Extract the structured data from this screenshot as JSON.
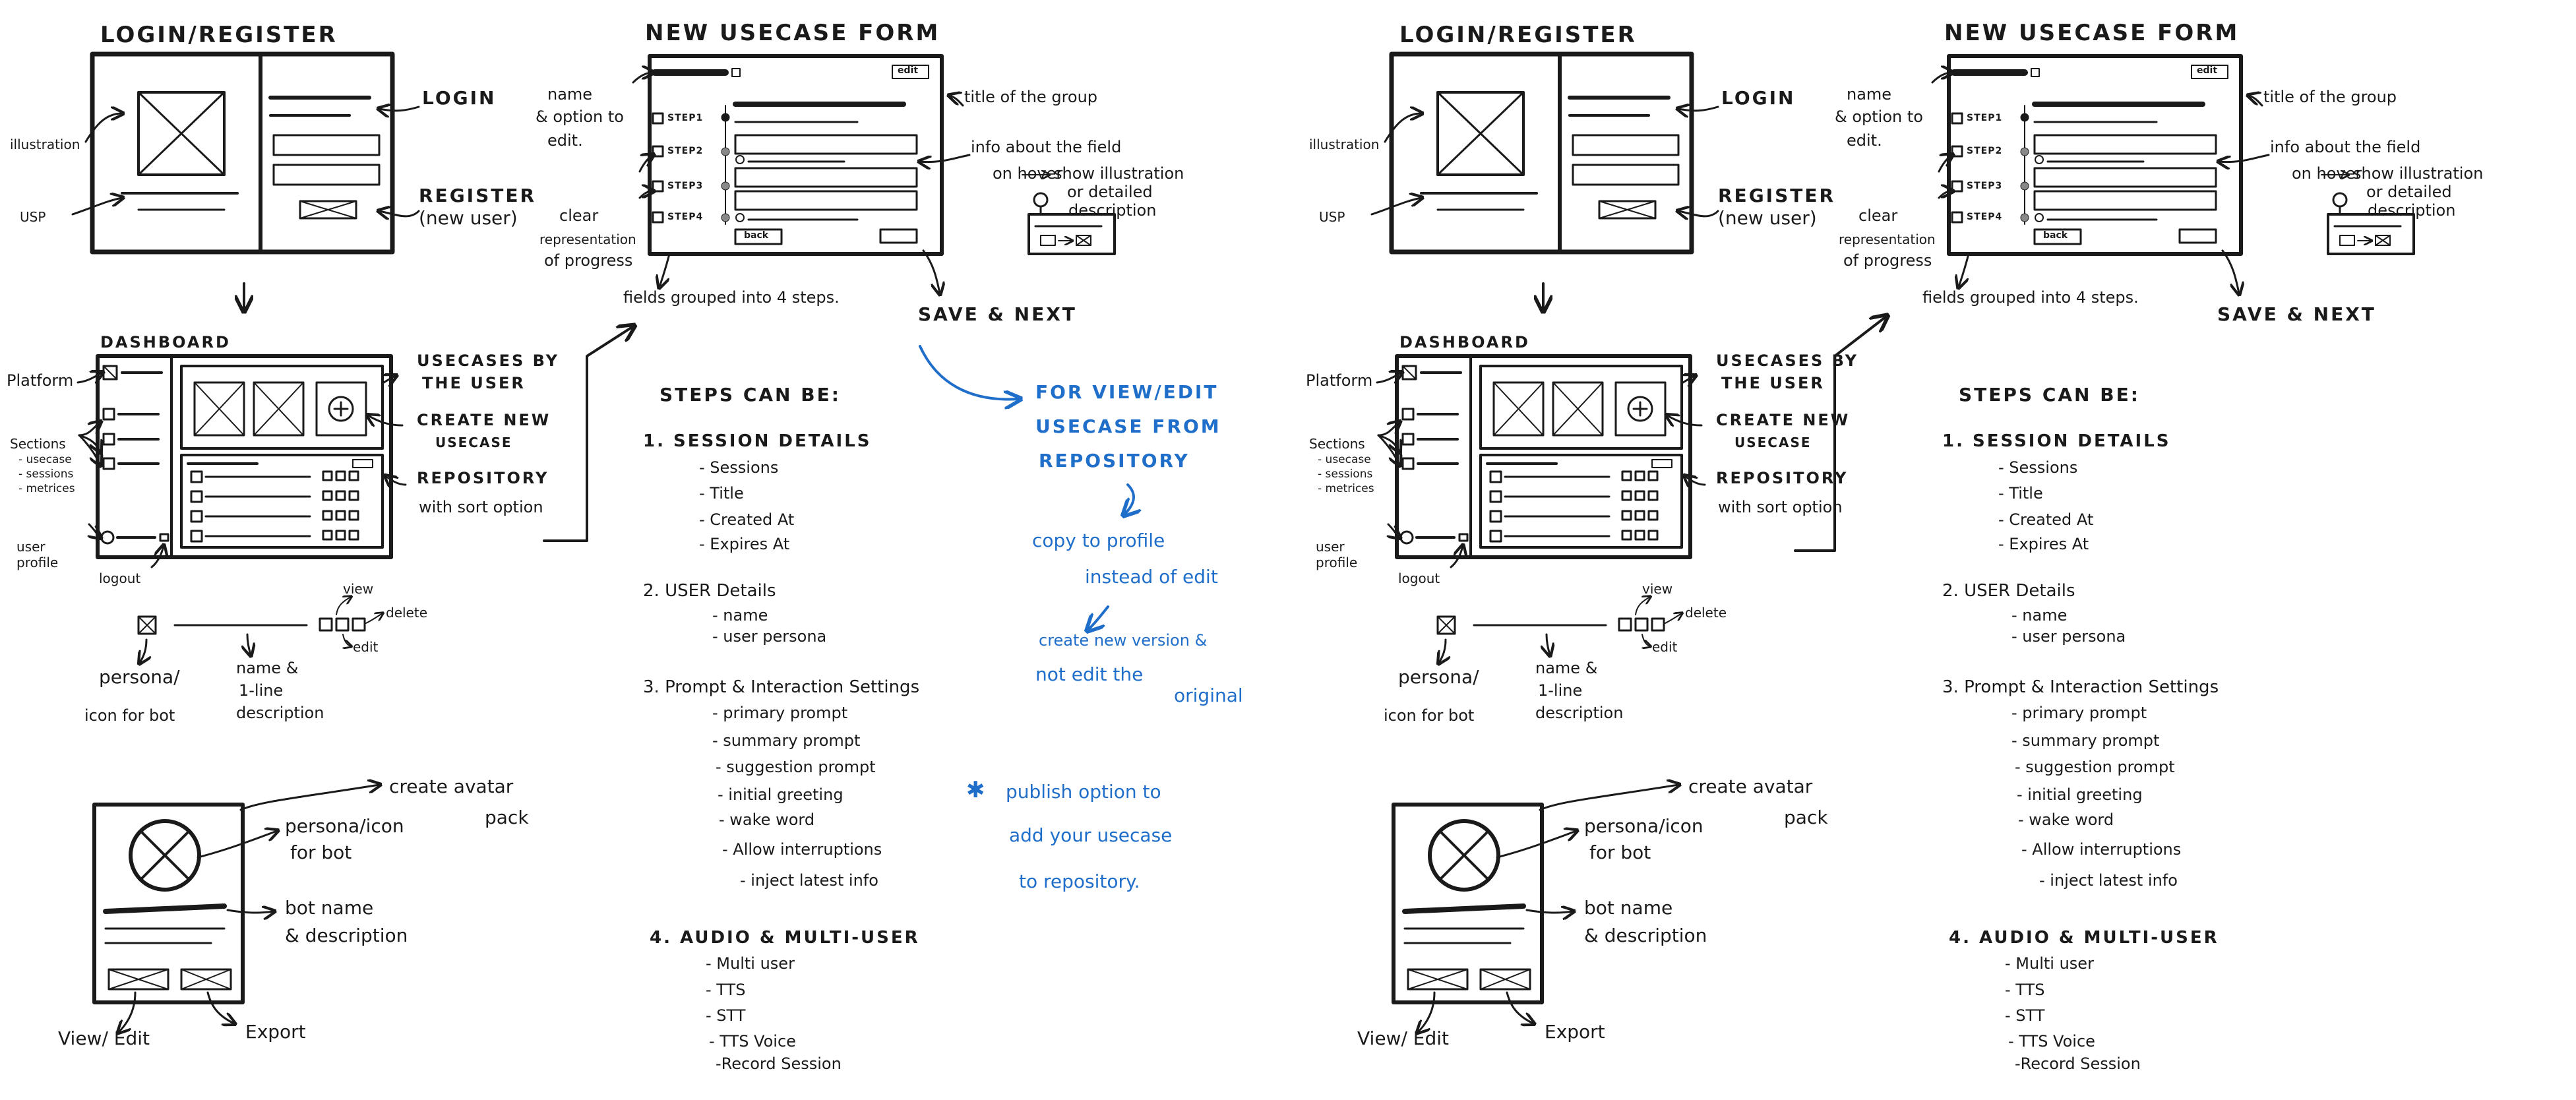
{
  "sketch": {
    "login": {
      "title": "LOGIN/REGISTER",
      "illustration": "illustration",
      "usp": "USP",
      "login": "LOGIN",
      "register_1": "REGISTER",
      "register_2": "(new user)"
    },
    "dashboard": {
      "title": "DASHBOARD",
      "platform": "Platform",
      "sections": "Sections",
      "sections_items": [
        "- usecase",
        "- sessions",
        "- metrices"
      ],
      "user_profile_1": "user",
      "user_profile_2": "profile",
      "logout": "logout",
      "usecases_1": "USECASES BY",
      "usecases_2": "THE USER",
      "create_1": "CREATE NEW",
      "create_2": "USECASE",
      "repository": "REPOSITORY",
      "sort": "with sort option"
    },
    "row": {
      "view": "view",
      "delete": "delete",
      "edit": "edit",
      "persona_1": "persona/",
      "persona_2": "icon for bot",
      "name_1": "name &",
      "name_2": "1-line",
      "name_3": "description"
    },
    "avatar": {
      "create_1": "create avatar",
      "create_2": "pack",
      "persona_1": "persona/icon",
      "persona_2": "for bot",
      "bot_1": "bot name",
      "bot_2": "& description",
      "view_edit": "View/ Edit",
      "export": "Export"
    },
    "form": {
      "title": "NEW USECASE FORM",
      "edit_btn": "edit",
      "steps": [
        "STEP1",
        "STEP2",
        "STEP3",
        "STEP4"
      ],
      "back_btn": "back",
      "name_1": "name",
      "name_2": "& option to",
      "name_3": "edit.",
      "clear_1": "clear",
      "clear_2": "representation",
      "clear_3": "of progress",
      "group_title": "title of the group",
      "info_1": "info about the field",
      "info_2": "on hover",
      "info_3": "show illustration",
      "info_4": "or detailed",
      "info_5": "description",
      "fields": "fields grouped into 4 steps.",
      "save": "SAVE & NEXT"
    },
    "steps_title": "STEPS CAN BE:",
    "groups": [
      {
        "head": "1. SESSION DETAILS",
        "items": [
          "- Sessions",
          "- Title",
          "- Created At",
          "- Expires At"
        ]
      },
      {
        "head": "2. USER Details",
        "items": [
          "- name",
          "- user persona"
        ]
      },
      {
        "head": "3. Prompt & Interaction Settings",
        "items": [
          "- primary prompt",
          "- summary prompt",
          "- suggestion prompt",
          "- initial greeting",
          "- wake word",
          "- Allow interruptions",
          "- inject latest info"
        ]
      },
      {
        "head": "4. AUDIO & MULTI-USER",
        "items": [
          "- Multi user",
          "- TTS",
          "- STT",
          "- TTS Voice",
          "-Record Session"
        ]
      }
    ],
    "notes": {
      "view_edit_1": "FOR VIEW/EDIT",
      "view_edit_2": "USECASE FROM",
      "view_edit_3": "REPOSITORY",
      "copy_1": "copy to profile",
      "copy_2": "instead of edit",
      "version_1": "create new version &",
      "version_2": "not edit the",
      "version_3": "original",
      "publish_1": "publish option to",
      "publish_2": "add your usecase",
      "publish_3": "to repository."
    }
  },
  "colors": {
    "ink": "#1a1a1a",
    "blue_ink": "#1f6ec9",
    "paper": "#ffffff"
  }
}
